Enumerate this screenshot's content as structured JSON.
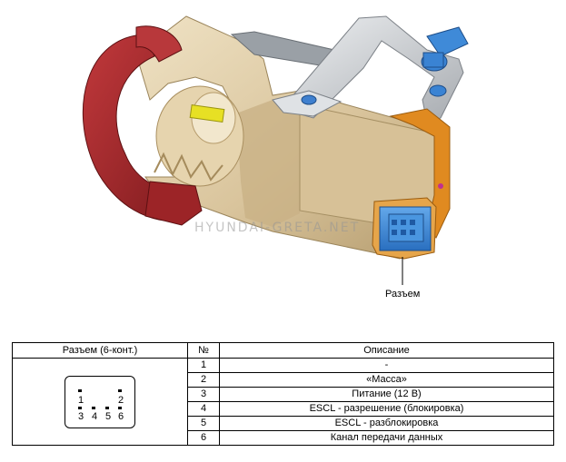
{
  "illustration": {
    "watermark": "HYUNDAI-GRETA.NET",
    "callout": "Разъем"
  },
  "table": {
    "headers": {
      "connector": "Разъем (6-конт.)",
      "number": "№",
      "description": "Описание"
    },
    "rows": [
      {
        "num": "1",
        "desc": "-"
      },
      {
        "num": "2",
        "desc": "«Масса»"
      },
      {
        "num": "3",
        "desc": "Питание (12 В)"
      },
      {
        "num": "4",
        "desc": "ESCL - разрешение (блокировка)"
      },
      {
        "num": "5",
        "desc": "ESCL - разблокировка"
      },
      {
        "num": "6",
        "desc": "Канал передачи данных"
      }
    ],
    "connector_pins": {
      "p1": "1",
      "p2": "2",
      "p3": "3",
      "p4": "4",
      "p5": "5",
      "p6": "6"
    }
  },
  "colors": {
    "housing": "#d9c49c",
    "housing_shadow": "#b79f72",
    "ring": "#a8272b",
    "bracket": "#c9ccd0",
    "connector": "#3b86d6",
    "orange_seal": "#e08a20",
    "key_slot": "#e7e024"
  }
}
